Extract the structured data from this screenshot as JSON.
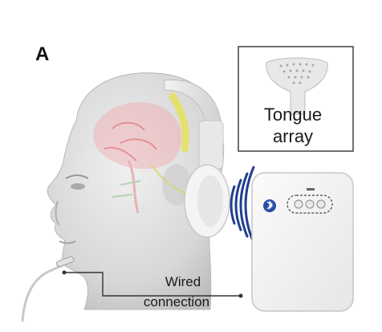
{
  "panel": {
    "label": "A"
  },
  "inset": {
    "line1": "Tongue",
    "line2": "array"
  },
  "callout": {
    "line1": "Wired",
    "line2": "connection"
  },
  "icons": {
    "wireless": "wireless-waves-icon",
    "bluetooth": "bluetooth-icon"
  },
  "colors": {
    "waves": "#1f3f8f",
    "bluetooth": "#2a4fa8",
    "outline": "#333333",
    "brain_pink": "#f2a3a8",
    "nerve_yellow": "#e6e24a",
    "device_body": "#f3f3f3"
  }
}
